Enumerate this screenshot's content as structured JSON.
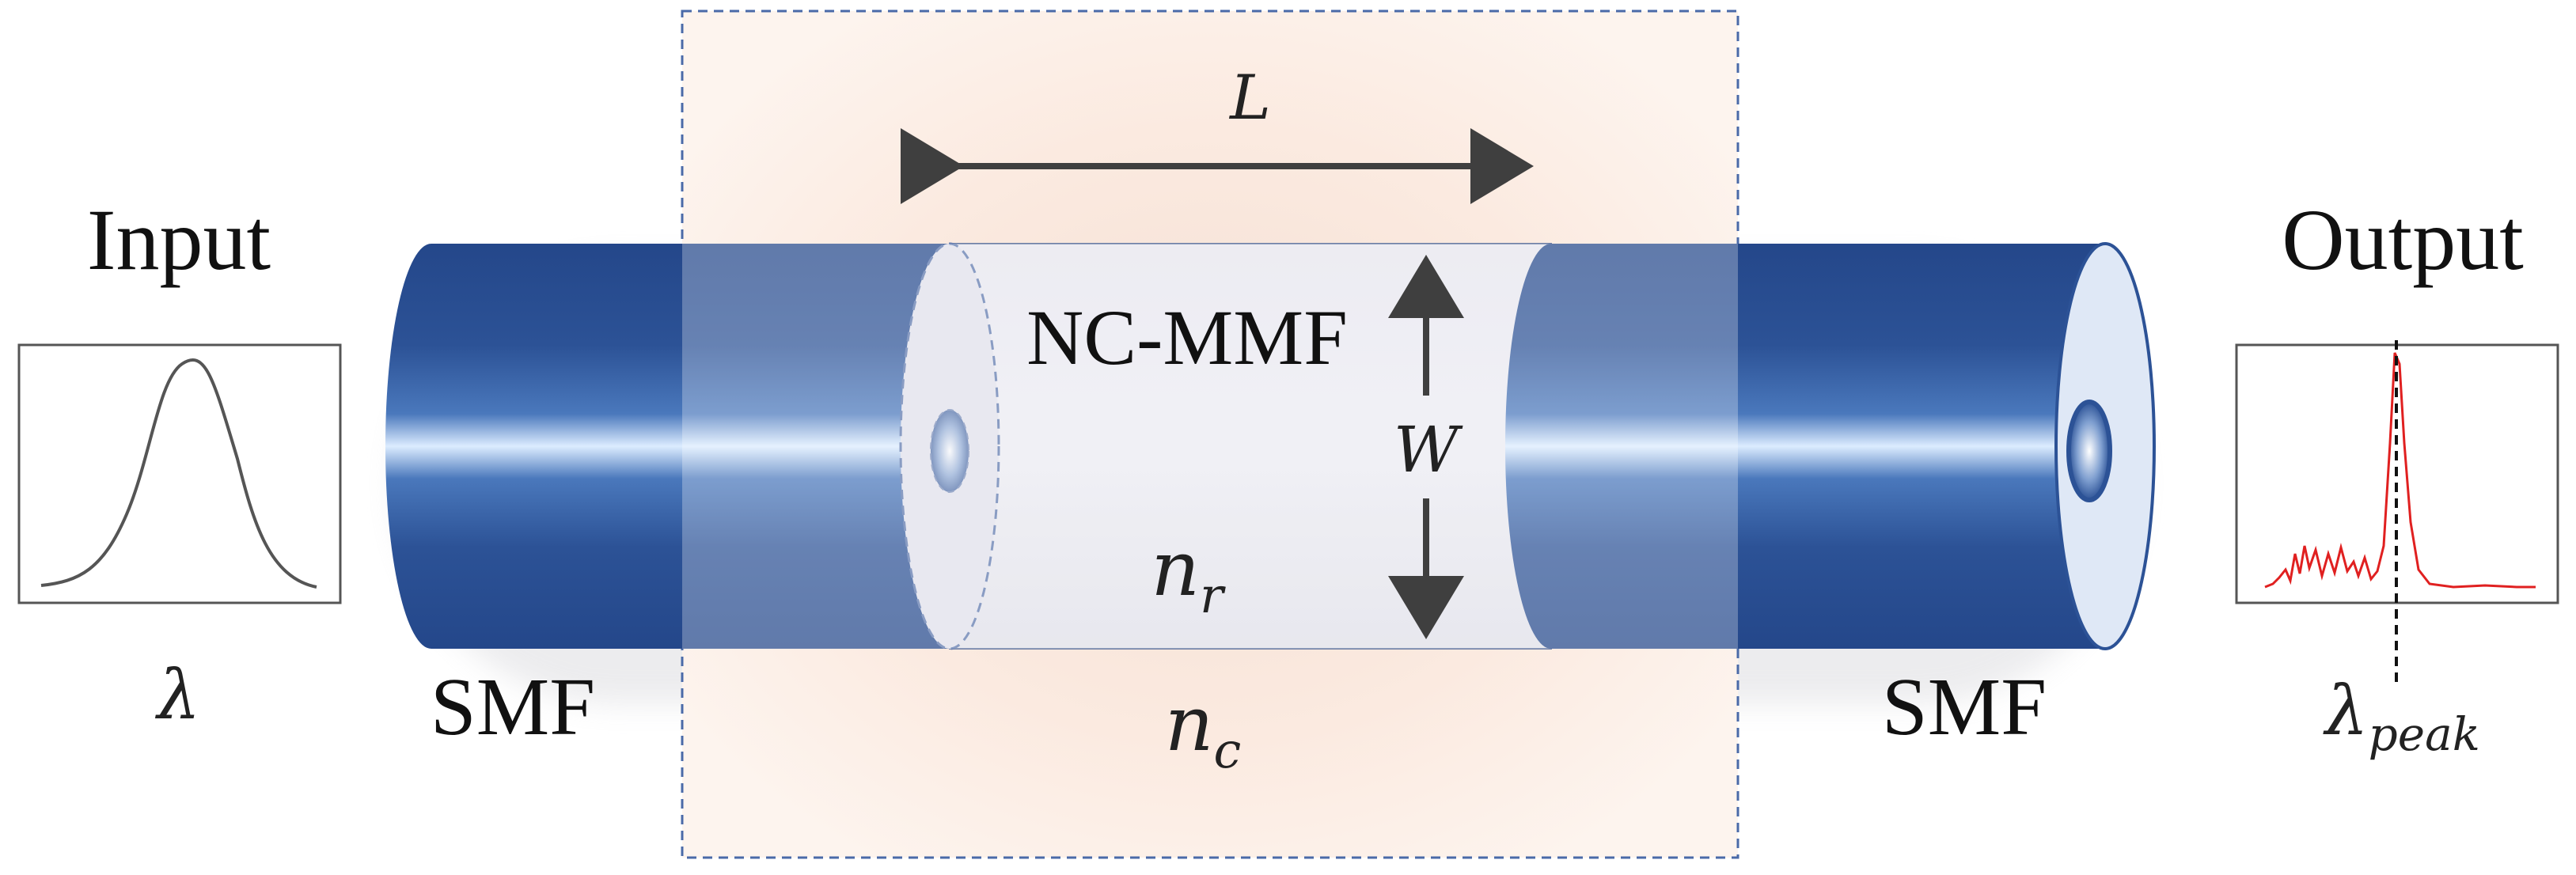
{
  "labels": {
    "input": "Input",
    "output": "Output",
    "lambda_in": "λ",
    "lambda_peak_base": "λ",
    "lambda_peak_sub": "peak",
    "smf_left": "SMF",
    "smf_right": "SMF",
    "ncmmf": "NC-MMF",
    "length": "L",
    "width": "W",
    "n_r_base": "n",
    "n_r_sub": "r",
    "n_c_base": "n",
    "n_c_sub": "c"
  },
  "colors": {
    "smf_fiber": "#2c5296",
    "fiber_core_highlight": "#dcecff",
    "region_fill": "#fdf1ea",
    "region_border": "#4a6aa8",
    "ncmmf_fill": "#e4e4ec",
    "arrow": "#3f3f3f",
    "input_spectrum": "#555555",
    "output_spectrum": "#e02020"
  },
  "icons": {
    "input_plot": "gaussian-spectrum-icon",
    "output_plot": "peaked-spectrum-icon"
  }
}
